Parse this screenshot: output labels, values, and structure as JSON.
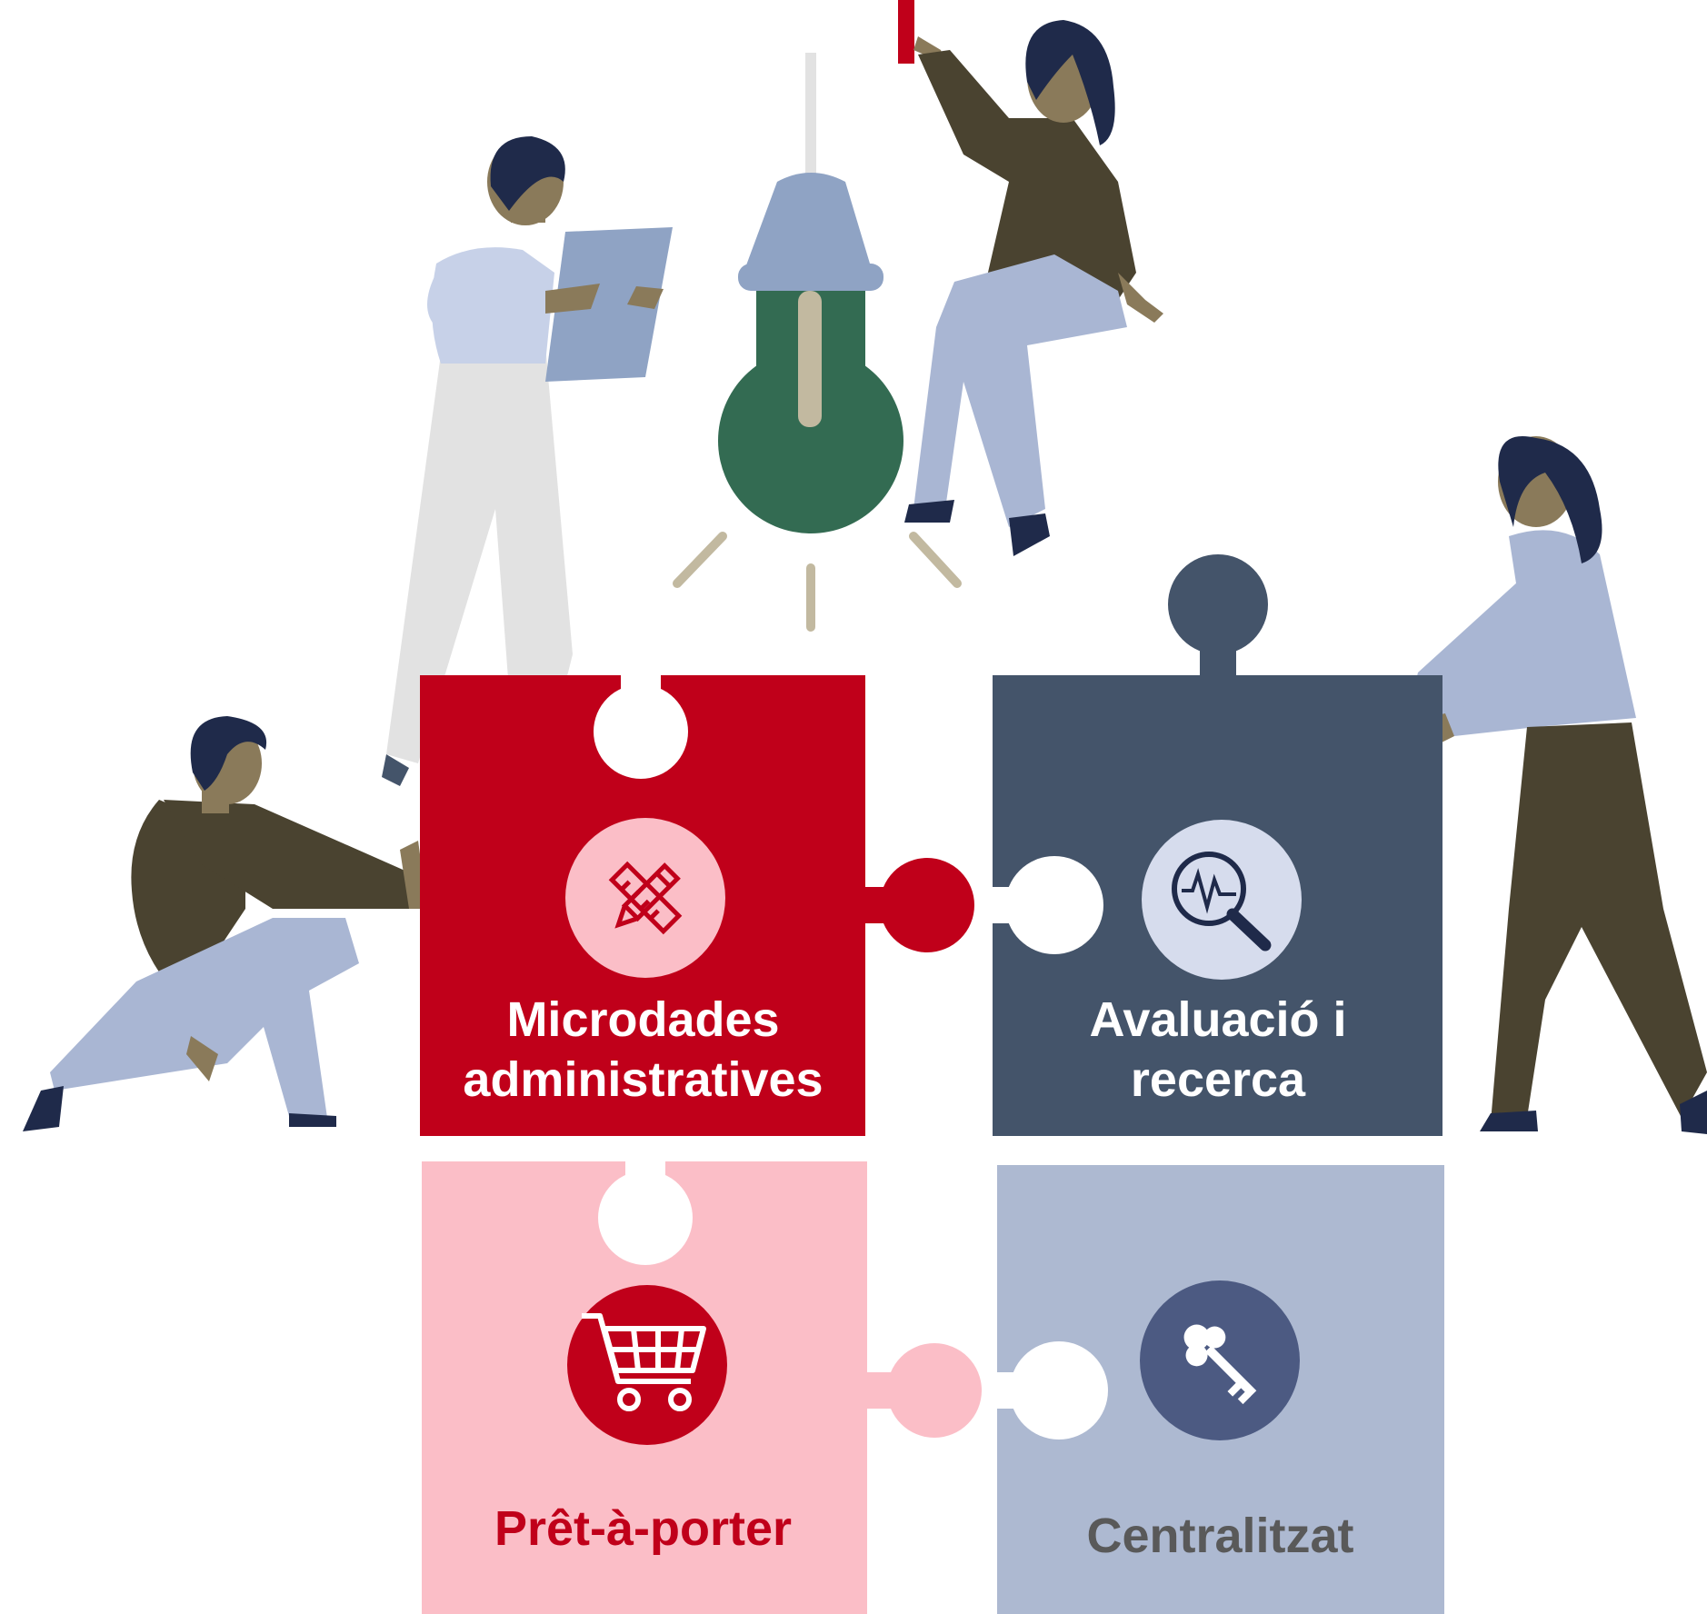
{
  "pieces": [
    {
      "id": "microdades",
      "lines": [
        "Microdades",
        "administratives"
      ],
      "color": "#c0001a",
      "icon": "pencil-ruler-icon"
    },
    {
      "id": "avaluacio",
      "lines": [
        "Avaluació i",
        "recerca"
      ],
      "color": "#44546a",
      "icon": "magnifier-pulse-icon"
    },
    {
      "id": "pret",
      "lines": [
        "Prêt-à-porter"
      ],
      "color": "#fbbec7",
      "icon": "shopping-cart-icon"
    },
    {
      "id": "centralitzat",
      "lines": [
        "Centralitzat"
      ],
      "color": "#adb9d1",
      "icon": "key-icon"
    }
  ],
  "palette": {
    "dark_olive": "#4a4330",
    "pale_blue": "#a9b6d3",
    "skin": "#8a7a5a",
    "hair": "#1f2a4a",
    "bulb_green": "#336b52",
    "lamp_shade": "#8fa3c4"
  }
}
